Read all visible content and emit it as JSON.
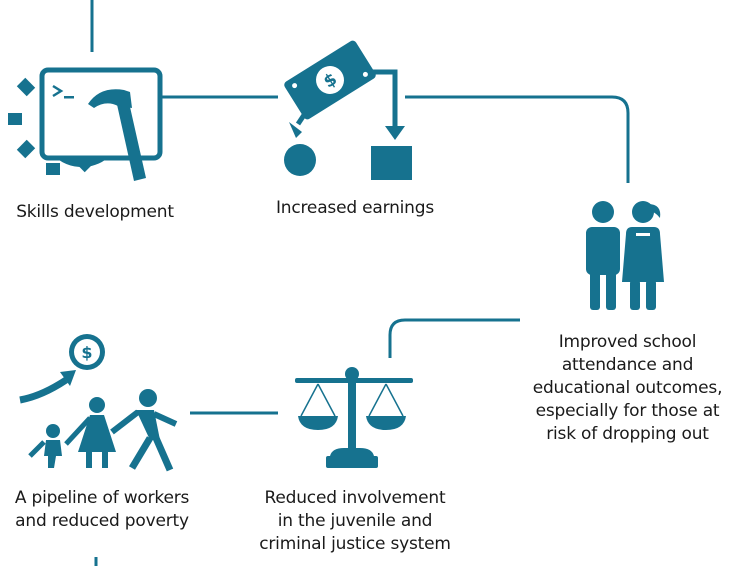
{
  "accent_color": "#16728f",
  "nodes": [
    {
      "id": "skills",
      "label": "Skills development",
      "icon": "gear-screen-hammer-icon"
    },
    {
      "id": "earnings",
      "label": "Increased earnings",
      "icon": "money-split-icon"
    },
    {
      "id": "school",
      "label_lines": [
        "Improved school",
        "attendance and",
        "educational outcomes,",
        "especially for those at",
        "risk of dropping out"
      ],
      "icon": "students-icon"
    },
    {
      "id": "justice",
      "label_lines": [
        "Reduced involvement",
        "in the juvenile and",
        "criminal justice system"
      ],
      "icon": "scales-icon"
    },
    {
      "id": "workers",
      "label_lines": [
        "A pipeline of workers",
        "and reduced poverty"
      ],
      "icon": "family-coin-icon"
    }
  ]
}
